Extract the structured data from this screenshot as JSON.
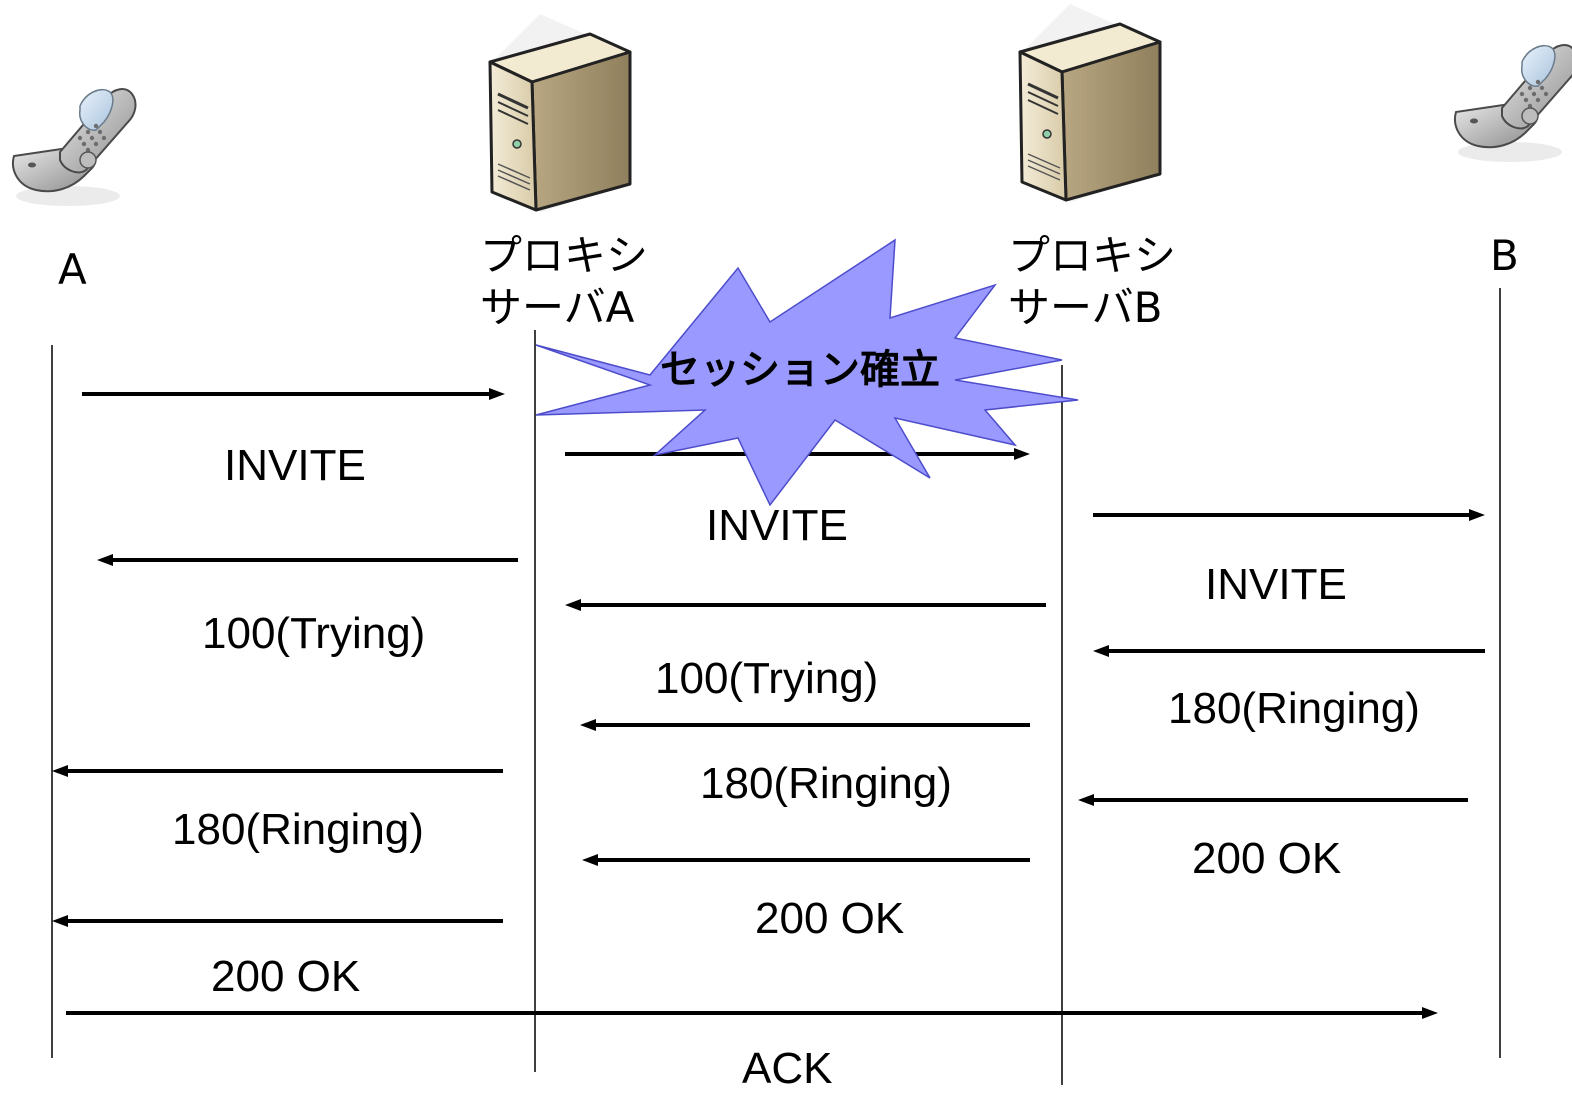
{
  "nodes": {
    "a": {
      "label": "A",
      "icon": "mobile-phone-icon"
    },
    "proxy_a": {
      "label_line1": "プロキシ",
      "label_line2": "サーバA",
      "icon": "server-icon"
    },
    "proxy_b": {
      "label_line1": "プロキシ",
      "label_line2": "サーバB",
      "icon": "server-icon"
    },
    "b": {
      "label": "B",
      "icon": "mobile-phone-icon"
    }
  },
  "callout": {
    "text": "セッション確立",
    "color": "#9999ff"
  },
  "messages": [
    {
      "id": "m1",
      "from": "A",
      "to": "プロキシサーバA",
      "label": "INVITE"
    },
    {
      "id": "m2",
      "from": "プロキシサーバA",
      "to": "プロキシサーバB",
      "label": "INVITE"
    },
    {
      "id": "m3",
      "from": "プロキシサーバB",
      "to": "B",
      "label": "INVITE"
    },
    {
      "id": "m4",
      "from": "プロキシサーバA",
      "to": "A",
      "label": "100(Trying)"
    },
    {
      "id": "m5",
      "from": "プロキシサーバB",
      "to": "プロキシサーバA",
      "label": "100(Trying)"
    },
    {
      "id": "m6",
      "from": "B",
      "to": "プロキシサーバB",
      "label": "180(Ringing)"
    },
    {
      "id": "m7",
      "from": "プロキシサーバB",
      "to": "プロキシサーバA",
      "label": "180(Ringing)"
    },
    {
      "id": "m8",
      "from": "プロキシサーバA",
      "to": "A",
      "label": "180(Ringing)"
    },
    {
      "id": "m9",
      "from": "B",
      "to": "プロキシサーバB",
      "label": "200 OK"
    },
    {
      "id": "m10",
      "from": "プロキシサーバB",
      "to": "プロキシサーバA",
      "label": "200 OK"
    },
    {
      "id": "m11",
      "from": "プロキシサーバA",
      "to": "A",
      "label": "200 OK"
    },
    {
      "id": "m12",
      "from": "A",
      "to": "B",
      "label": "ACK"
    }
  ]
}
